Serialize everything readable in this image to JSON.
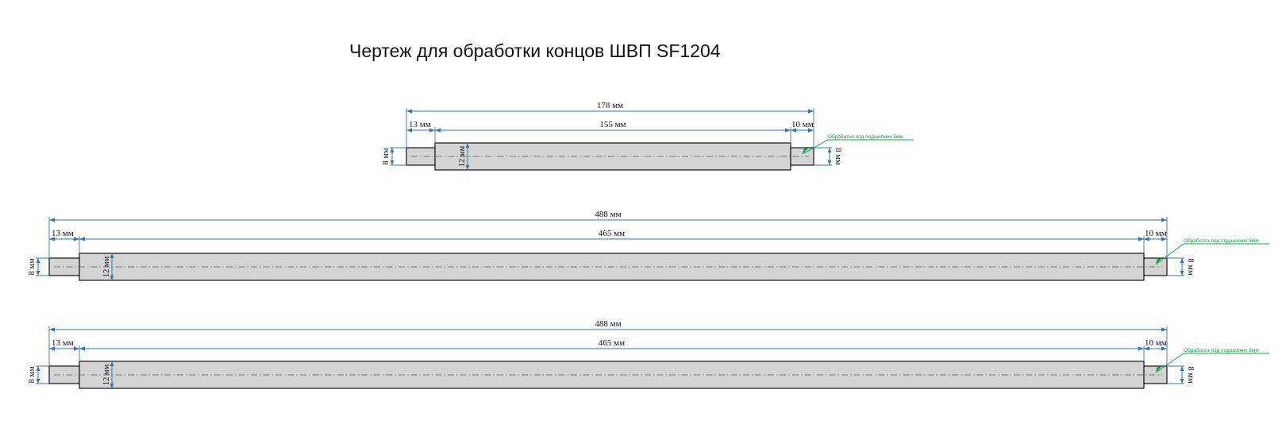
{
  "title": "Чертеж для обработки концов ШВП SF1204",
  "colors": {
    "shaft_fill": "#d4d4d4",
    "outline": "#000000",
    "dimension": "#2e75b6",
    "annotation": "#19a04a"
  },
  "drawings": [
    {
      "total_label": "178 мм",
      "left_label": "13 мм",
      "middle_label": "155 мм",
      "right_label": "10 мм",
      "left_diameter_label": "8 мм",
      "main_diameter_label": "12 мм",
      "right_diameter_label": "8 мм",
      "note": "Обработка под подшипник 8мм"
    },
    {
      "total_label": "488 мм",
      "left_label": "13 мм",
      "middle_label": "465 мм",
      "right_label": "10 мм",
      "left_diameter_label": "8 мм",
      "main_diameter_label": "12 мм",
      "right_diameter_label": "8 мм",
      "note": "Обработка под подшипник 8мм"
    },
    {
      "total_label": "488 мм",
      "left_label": "13 мм",
      "middle_label": "465 мм",
      "right_label": "10 мм",
      "left_diameter_label": "8 мм",
      "main_diameter_label": "12 мм",
      "right_diameter_label": "8 мм",
      "note": "Обработка под подшипник 8мм"
    }
  ]
}
